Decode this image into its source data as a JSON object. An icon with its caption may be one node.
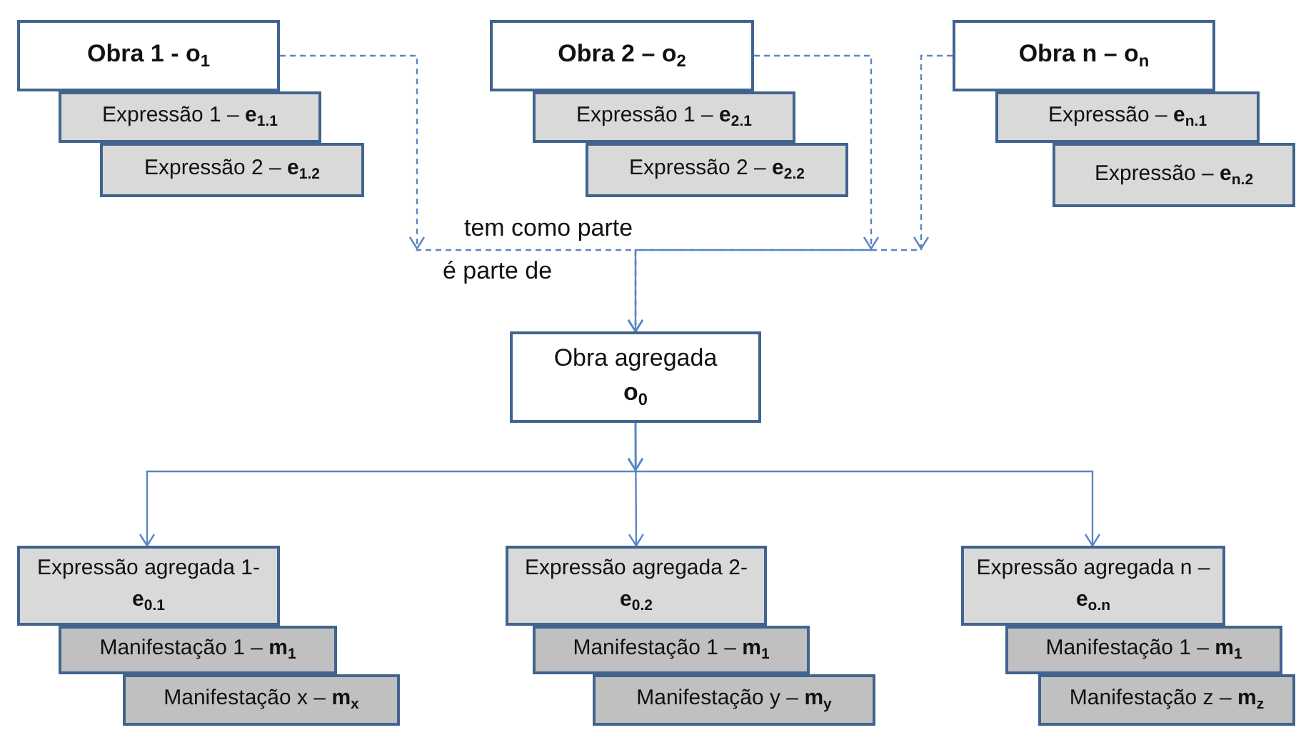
{
  "diagram": {
    "nodes": [
      {
        "text": [
          "Obra 1 - o$_{1}$"
        ]
      },
      {
        "text": [
          "Expressão 1 – **e**$_{1.1}$"
        ]
      },
      {
        "text": [
          "Expressão 2 – **e**$_{1.2}$"
        ]
      },
      {
        "text": [
          "Obra 2 – o$_{2}$"
        ]
      },
      {
        "text": [
          "Expressão 1 – **e**$_{2.1}$"
        ]
      },
      {
        "text": [
          "Expressão 2 – **e**$_{2.2}$"
        ]
      },
      {
        "text": [
          "Obra n – o$_{n}$"
        ]
      },
      {
        "text": [
          "Expressão – **e**$_{n.1}$"
        ]
      },
      {
        "text": [
          "Expressão – **e**$_{n.2}$"
        ]
      },
      {
        "text": [
          "Obra agregada",
          "o$_{0}$"
        ]
      },
      {
        "text": [
          "Expressão agregada 1- **e**$_{0.1}$"
        ]
      },
      {
        "text": [
          "Manifestação 1 – **m**$_{1}$"
        ]
      },
      {
        "text": [
          "Manifestação x – **m**$_{x}$"
        ]
      },
      {
        "text": [
          "Expressão agregada 2- **e**$_{0.2}$"
        ]
      },
      {
        "text": [
          "Manifestação 1 – **m**$_{1}$"
        ]
      },
      {
        "text": [
          "Manifestação y – **m**$_{y}$"
        ]
      },
      {
        "text": [
          "Expressão agregada n – **e**$_{o.n}$"
        ]
      },
      {
        "text": [
          "Manifestação 1 – **m**$_{1}$"
        ]
      },
      {
        "text": [
          "Manifestação z – **m**$_{z}$"
        ]
      }
    ],
    "edges": [
      {
        "from": 0,
        "to": 9,
        "arrow": "to",
        "style": "dashed"
      },
      {
        "from": 3,
        "to": 9,
        "arrow": "to",
        "style": "dashed"
      },
      {
        "from": 6,
        "to": 9,
        "arrow": "to",
        "style": "dashed"
      },
      {
        "from": 9,
        "to": 10,
        "arrow": "to"
      },
      {
        "from": 9,
        "to": 13,
        "arrow": "to"
      },
      {
        "from": 9,
        "to": 16,
        "arrow": "to"
      }
    ],
    "labels": [
      "tem como parte",
      "é parte de"
    ]
  }
}
